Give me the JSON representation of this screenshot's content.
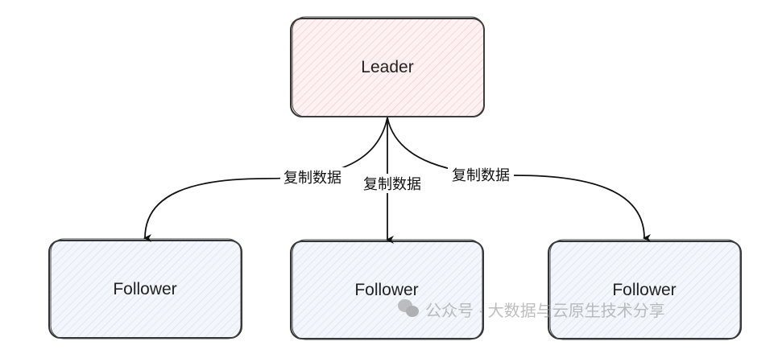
{
  "leader": {
    "label": "Leader",
    "fill": "#fbe9e9",
    "hatch": "#f1c9c9"
  },
  "followers": [
    {
      "label": "Follower"
    },
    {
      "label": "Follower"
    },
    {
      "label": "Follower"
    }
  ],
  "follower_style": {
    "fill": "#eef3fa",
    "hatch": "#d4dfee"
  },
  "edges": [
    {
      "label": "复制数据"
    },
    {
      "label": "复制数据"
    },
    {
      "label": "复制数据"
    }
  ],
  "watermark": {
    "text": "公众号 · 大数据与云原生技术分享"
  }
}
